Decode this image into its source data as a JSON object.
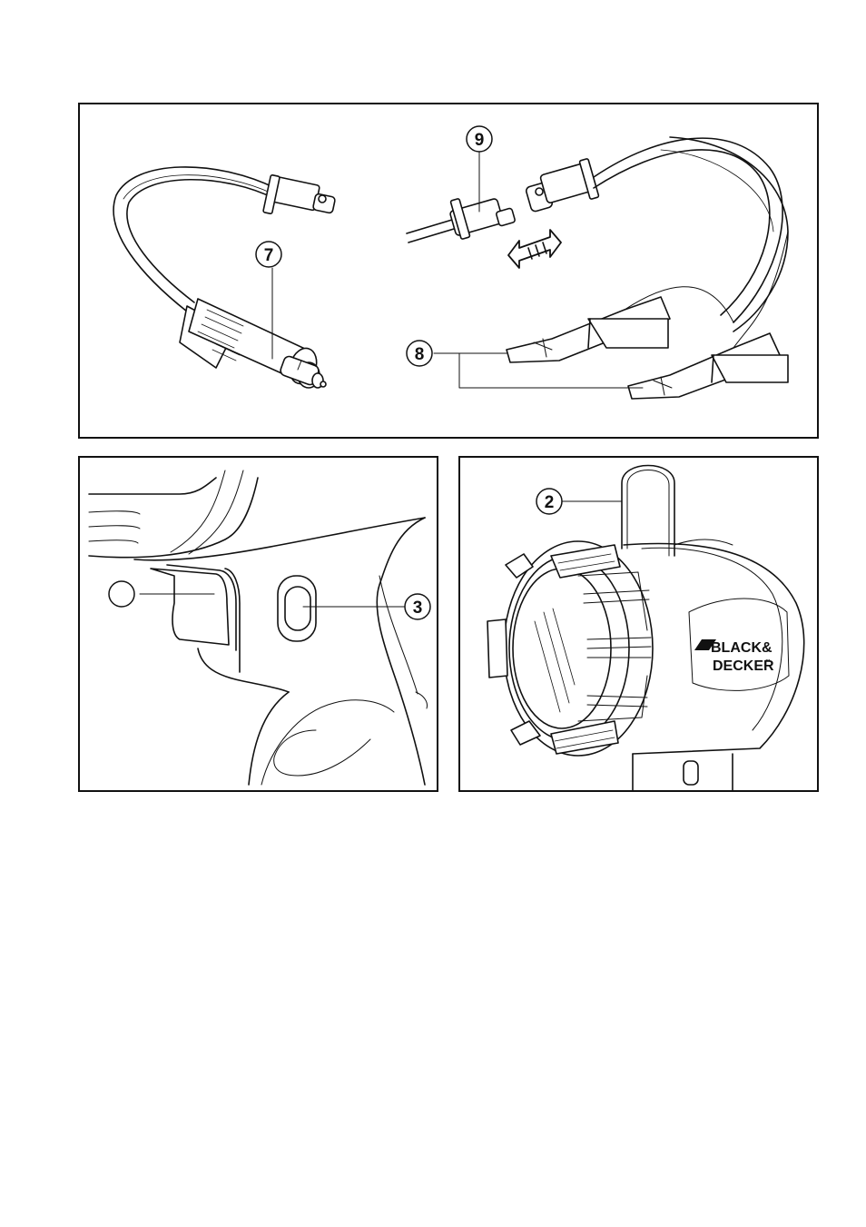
{
  "figures": {
    "top": {
      "callouts": [
        "9",
        "7",
        "8"
      ]
    },
    "bottom_left": {
      "callouts": [
        "",
        "3"
      ]
    },
    "bottom_right": {
      "callouts": [
        "2"
      ],
      "logo": {
        "line1": "BLACK&",
        "line2": "DECKER",
        "mark": "™"
      }
    }
  },
  "colors": {
    "ink": "#111111",
    "paper": "#ffffff"
  }
}
